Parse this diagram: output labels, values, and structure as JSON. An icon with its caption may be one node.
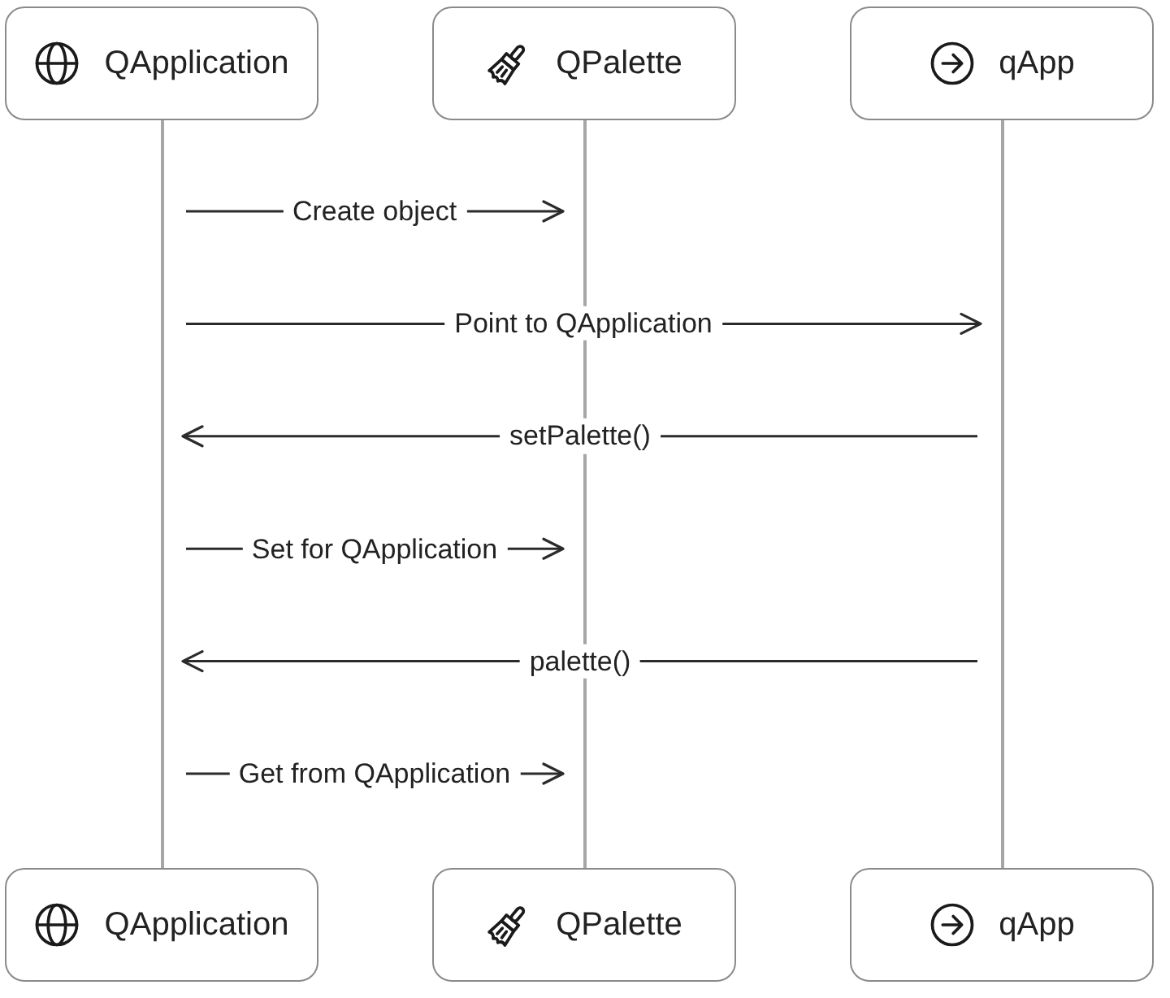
{
  "diagram": {
    "nodes": [
      {
        "text": [
          "QApplication"
        ]
      },
      {
        "text": [
          "QPalette"
        ]
      },
      {
        "text": [
          "qApp"
        ]
      },
      {
        "text": [],
        "shape": "line"
      },
      {
        "text": [],
        "shape": "line"
      },
      {
        "text": [],
        "shape": "line"
      },
      {
        "text": [
          "QApplication"
        ]
      },
      {
        "text": [
          "QPalette"
        ]
      },
      {
        "text": [
          "qApp"
        ]
      }
    ],
    "edges": [
      {
        "from": 3,
        "to": 4,
        "arrow": "to",
        "label": "Create object"
      },
      {
        "from": 3,
        "to": 5,
        "arrow": "to",
        "label": "Point to QApplication"
      },
      {
        "from": 5,
        "to": 3,
        "arrow": "to",
        "label": "setPalette()"
      },
      {
        "from": 3,
        "to": 4,
        "arrow": "to",
        "label": "Set for QApplication"
      },
      {
        "from": 5,
        "to": 3,
        "arrow": "to",
        "label": "palette()"
      },
      {
        "from": 3,
        "to": 4,
        "arrow": "to",
        "label": "Get from QApplication"
      }
    ]
  }
}
